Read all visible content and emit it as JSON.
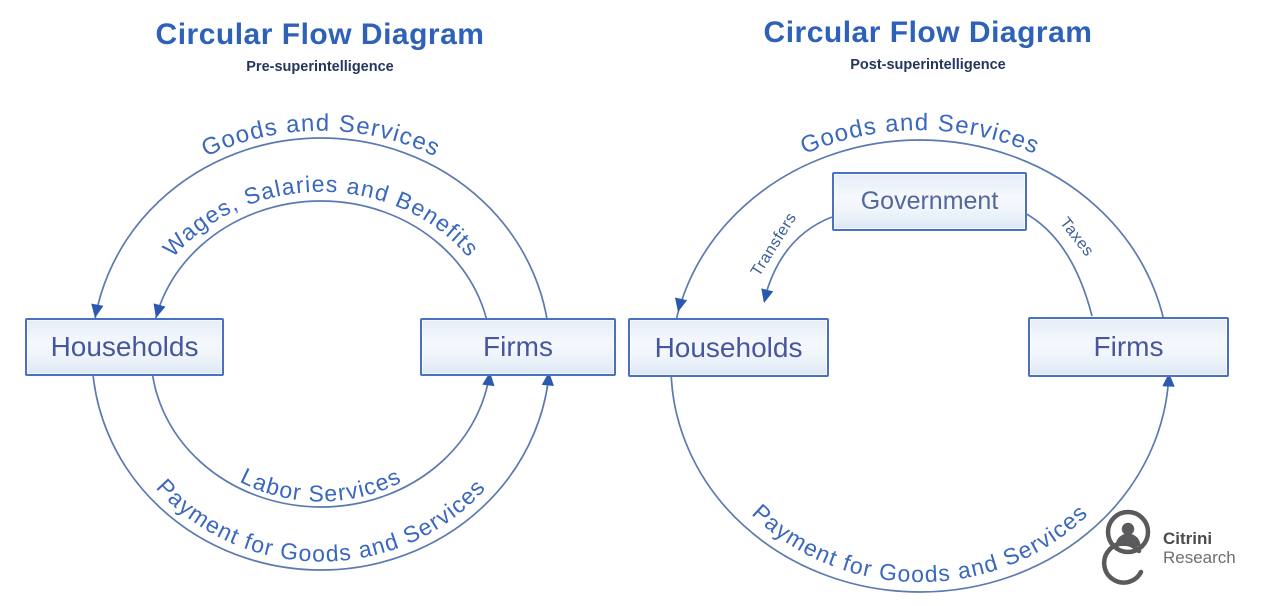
{
  "panels": [
    {
      "title": "Circular Flow Diagram",
      "subtitle": "Pre-superintelligence",
      "nodes": {
        "households": "Households",
        "firms": "Firms"
      },
      "flows": {
        "top_outer": "Goods and Services",
        "top_inner": "Wages, Salaries and Benefits",
        "bottom_inner": "Labor Services",
        "bottom_outer": "Payment for Goods and Services"
      }
    },
    {
      "title": "Circular Flow Diagram",
      "subtitle": "Post-superintelligence",
      "nodes": {
        "households": "Households",
        "firms": "Firms",
        "government": "Government"
      },
      "flows": {
        "top_outer": "Goods and Services",
        "transfers": "Transfers",
        "taxes": "Taxes",
        "bottom_outer": "Payment for Goods and Services"
      }
    }
  ],
  "branding": {
    "name": "Citrini",
    "type": "Research"
  },
  "colors": {
    "title_blue": "#2e62b8",
    "subtitle_navy": "#24365e",
    "flow_label_blue": "#3a68be",
    "ring_stroke": "#5c7ab0",
    "arrow_blue": "#2c59b0",
    "box_border": "#4a70c2",
    "box_text": "#47579e",
    "logo_gray": "#5a5a5c"
  }
}
